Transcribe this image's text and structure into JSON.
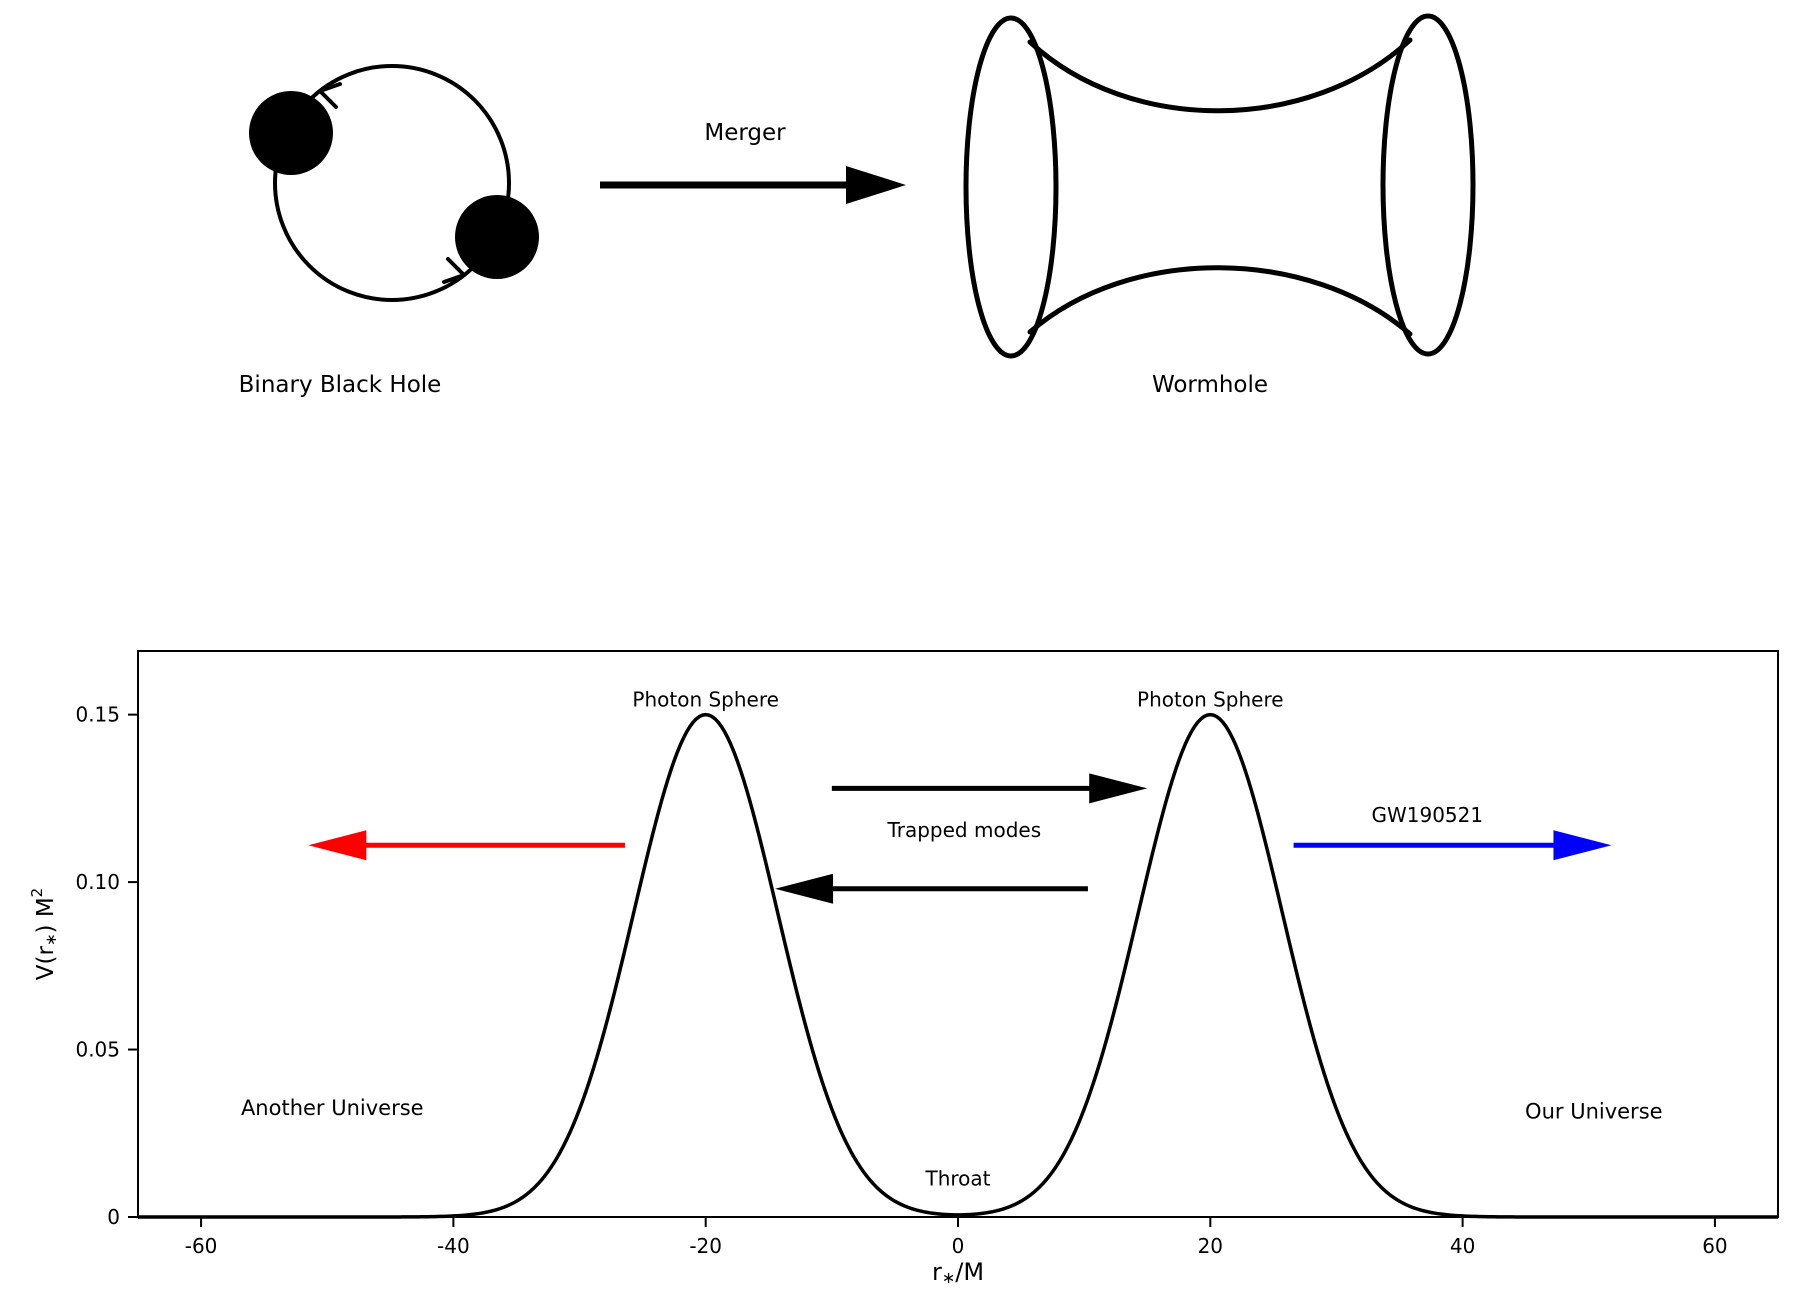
{
  "top_diagram": {
    "binary_label": "Binary Black Hole",
    "merger_label": "Merger",
    "wormhole_label": "Wormhole"
  },
  "chart_data": {
    "type": "line",
    "title": "",
    "xlabel": "r∗/M",
    "ylabel": "V(r∗) M²",
    "xlabel_parts": {
      "pre": "r",
      "sub": "∗",
      "post": "/M"
    },
    "ylabel_parts": {
      "pre": "V(r",
      "sub": "∗",
      "mid": ") M",
      "sup": "2"
    },
    "xlim": [
      -65,
      65
    ],
    "ylim": [
      0,
      0.169
    ],
    "grid": false,
    "legend": "none",
    "xticks": {
      "values": [
        -60,
        -40,
        -20,
        0,
        20,
        40,
        60
      ],
      "labels": [
        "-60",
        "-40",
        "-20",
        "0",
        "20",
        "40",
        "60"
      ]
    },
    "yticks": {
      "values": [
        0,
        0.05,
        0.1,
        0.15
      ],
      "labels": [
        "0",
        "0.05",
        "0.10",
        "0.15"
      ]
    },
    "curve": {
      "name": "wormhole-effective-potential",
      "model": "double_gaussian",
      "peak_centers": [
        -20,
        20
      ],
      "peak_height": 0.15,
      "sigma": 5.7,
      "color": "#000000"
    },
    "annotations": {
      "texts": [
        {
          "name": "photon-sphere-label-left",
          "label": "Photon Sphere",
          "x": -20,
          "y": 0.1545,
          "color": "#000000",
          "size": 20
        },
        {
          "name": "photon-sphere-label-right",
          "label": "Photon Sphere",
          "x": 20,
          "y": 0.1545,
          "color": "#000000",
          "size": 20
        },
        {
          "name": "trapped-modes-label",
          "label": "Trapped modes",
          "x": 0.5,
          "y": 0.1155,
          "color": "#000000",
          "size": 20
        },
        {
          "name": "throat-label",
          "label": "Throat",
          "x": 0,
          "y": 0.0115,
          "color": "#000000",
          "size": 20
        },
        {
          "name": "another-universe-label",
          "label": "Another Universe",
          "x": -49.6,
          "y": 0.0325,
          "color": "#000000",
          "size": 21
        },
        {
          "name": "our-universe-label",
          "label": "Our Universe",
          "x": 50.4,
          "y": 0.0315,
          "color": "#000000",
          "size": 21
        },
        {
          "name": "gw190521-label",
          "label": "GW190521",
          "x": 37.2,
          "y": 0.12,
          "color": "#0000FF",
          "size": 20
        }
      ],
      "arrows": [
        {
          "name": "trapped-mode-arrow-right",
          "x1": -10.0,
          "x2": 15.0,
          "y": 0.128,
          "color": "#000000"
        },
        {
          "name": "trapped-mode-arrow-left",
          "x1": 10.3,
          "x2": -14.5,
          "y": 0.098,
          "color": "#000000"
        },
        {
          "name": "escape-arrow-left",
          "x1": -26.4,
          "x2": -51.5,
          "y": 0.111,
          "color": "#FF0000"
        },
        {
          "name": "gw190521-arrow-right",
          "x1": 26.6,
          "x2": 51.8,
          "y": 0.111,
          "color": "#0000FF"
        }
      ]
    }
  }
}
